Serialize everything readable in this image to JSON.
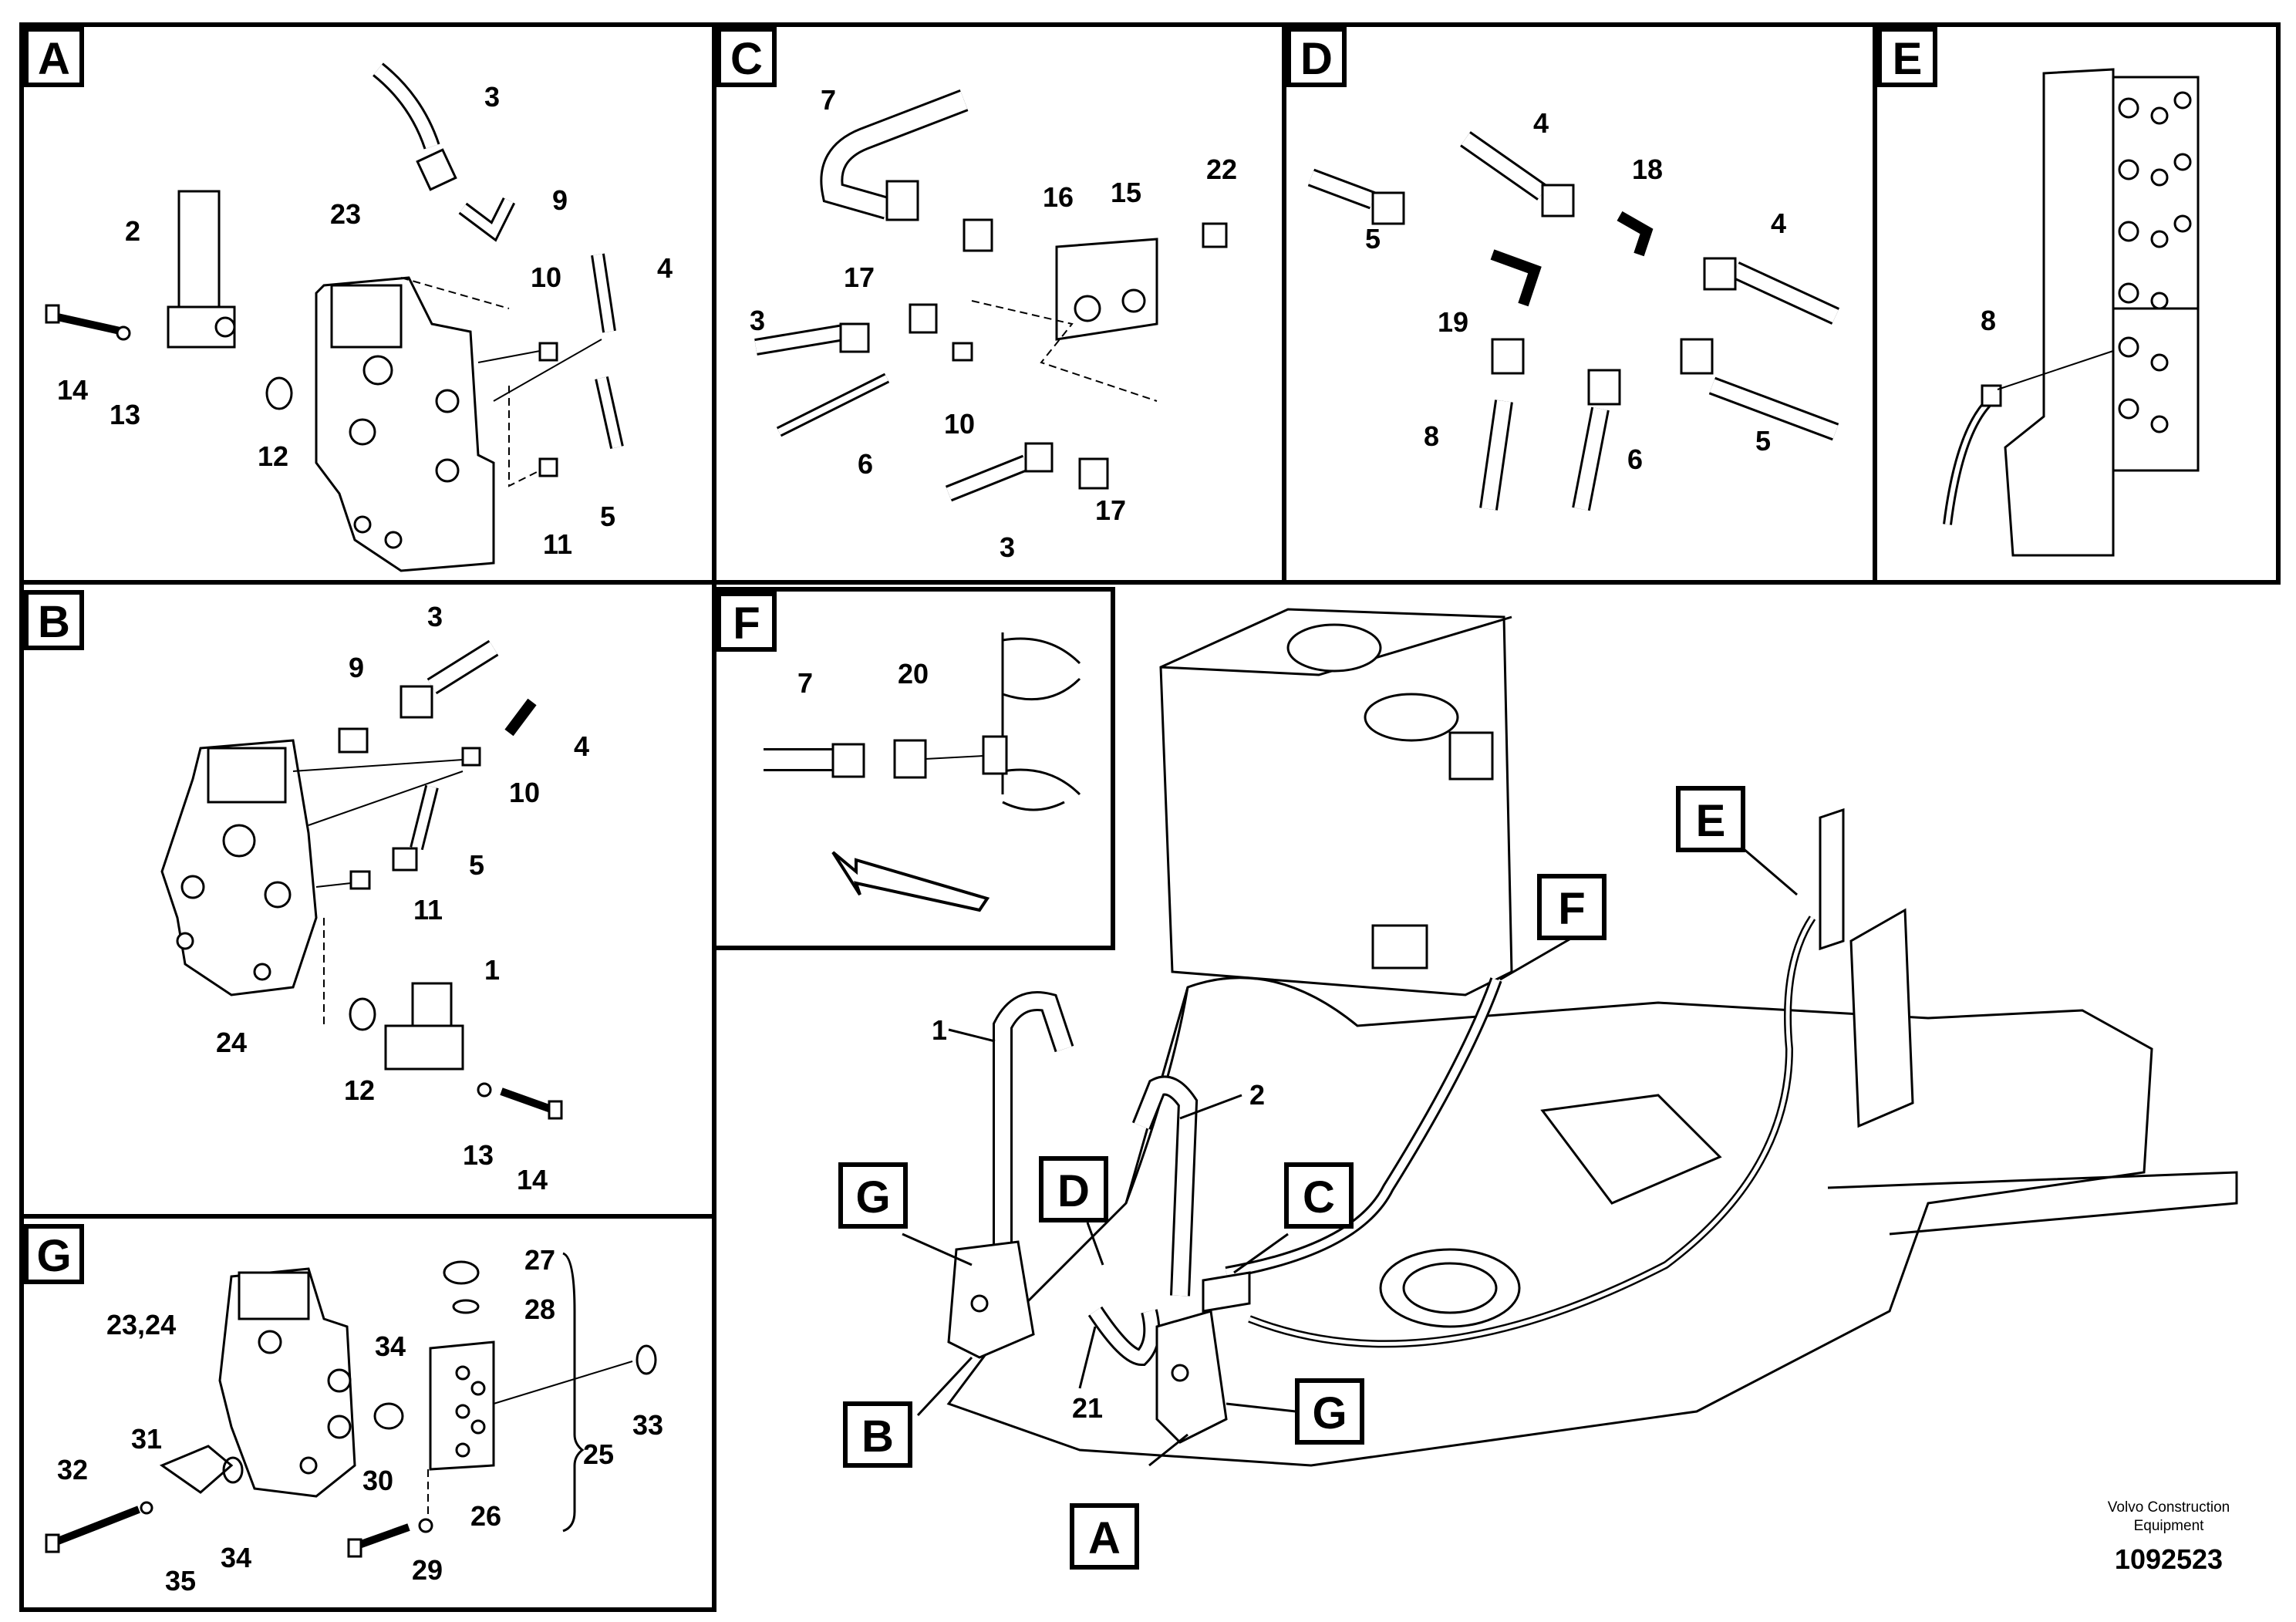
{
  "panels": {
    "A": {
      "label": "A",
      "callouts": [
        "3",
        "9",
        "2",
        "23",
        "10",
        "4",
        "14",
        "13",
        "12",
        "11",
        "5"
      ]
    },
    "B": {
      "label": "B",
      "callouts": [
        "3",
        "9",
        "4",
        "10",
        "5",
        "11",
        "1",
        "24",
        "12",
        "13",
        "14"
      ]
    },
    "C": {
      "label": "C",
      "callouts": [
        "7",
        "16",
        "15",
        "22",
        "17",
        "3",
        "10",
        "6",
        "17",
        "3"
      ]
    },
    "D": {
      "label": "D",
      "callouts": [
        "4",
        "18",
        "4",
        "5",
        "19",
        "5",
        "8",
        "6"
      ]
    },
    "E": {
      "label": "E",
      "callouts": [
        "8"
      ]
    },
    "F": {
      "label": "F",
      "callouts": [
        "7",
        "20"
      ]
    },
    "G": {
      "label": "G",
      "callouts": [
        "27",
        "28",
        "23,24",
        "34",
        "25",
        "33",
        "31",
        "32",
        "30",
        "26",
        "35",
        "34",
        "29"
      ]
    }
  },
  "overview": {
    "tags": [
      "E",
      "F",
      "D",
      "C",
      "G",
      "G",
      "B",
      "A"
    ],
    "callouts": [
      "1",
      "2",
      "21"
    ]
  },
  "footer": {
    "company_line1": "Volvo Construction",
    "company_line2": "Equipment",
    "drawing_number": "1092523"
  }
}
